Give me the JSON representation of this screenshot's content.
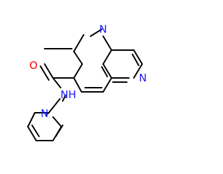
{
  "molecule": {
    "atom_labels": {
      "n_quinoline": "N",
      "n_pyridine_right": "N",
      "o_carbonyl": "O",
      "nh_amide": "NH",
      "n_pyridine_bottom": "N"
    },
    "colors": {
      "bond": "#000000",
      "nitrogen": "#1a1aff",
      "oxygen": "#ff0000",
      "background": "#ffffff"
    }
  }
}
